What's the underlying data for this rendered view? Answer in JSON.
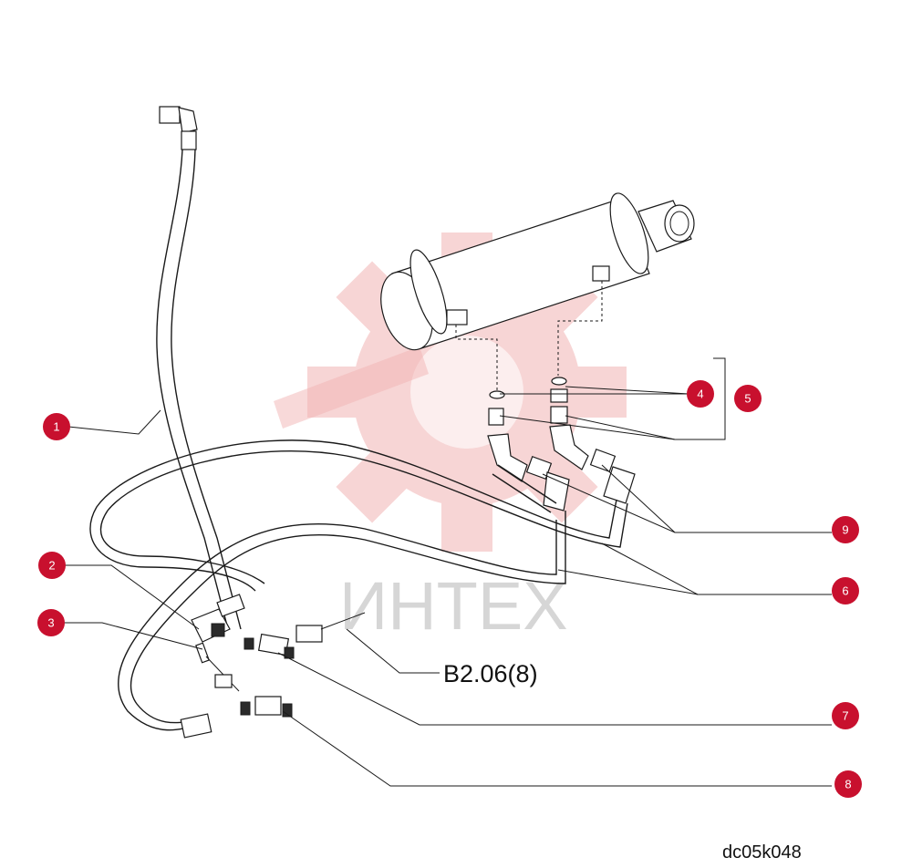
{
  "watermark": {
    "text": "ИНТЕХ"
  },
  "reference_label": "B2.06(8)",
  "drawing_code": "dc05k048",
  "callouts": [
    {
      "id": "1",
      "label": "1"
    },
    {
      "id": "2",
      "label": "2"
    },
    {
      "id": "3",
      "label": "3"
    },
    {
      "id": "4",
      "label": "4"
    },
    {
      "id": "5",
      "label": "5"
    },
    {
      "id": "6",
      "label": "6"
    },
    {
      "id": "7",
      "label": "7"
    },
    {
      "id": "8",
      "label": "8"
    },
    {
      "id": "9",
      "label": "9"
    }
  ],
  "colors": {
    "callout": "#c8102e",
    "watermark_gear": "#f2b3b3",
    "watermark_text": "#c9c9c9"
  }
}
